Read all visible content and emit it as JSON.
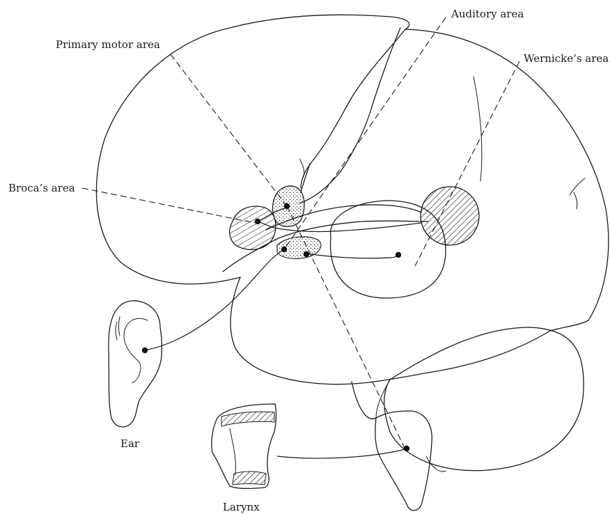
{
  "labels": {
    "primary_motor_area": "Primary motor area",
    "auditory_area": "Auditory area",
    "wernickes_area": "Wernicke’s area",
    "brocas_area": "Broca’s area",
    "ear": "Ear",
    "larynx": "Larynx"
  },
  "colors": {
    "ink": "#1a1a1a",
    "background": "#ffffff"
  }
}
